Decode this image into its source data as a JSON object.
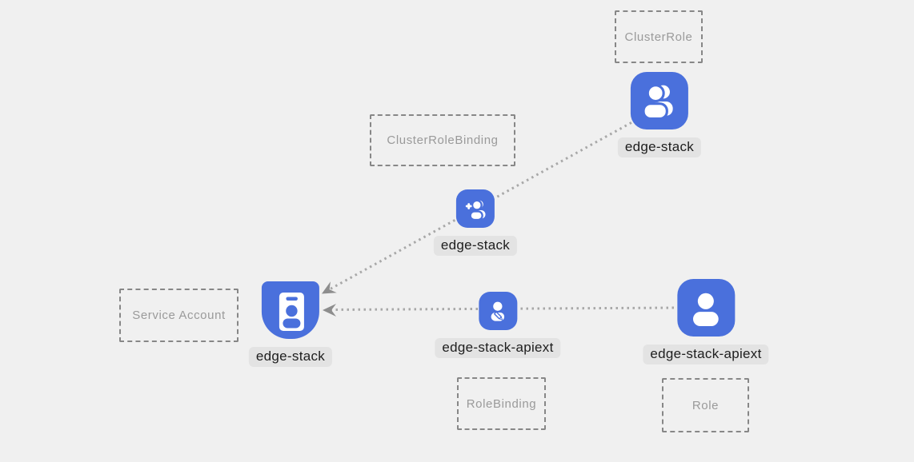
{
  "colors": {
    "background": "#f0f0f0",
    "node_blue": "#4a70dc",
    "line_gray": "#a8a8a8",
    "arrow_gray": "#8d8d8d",
    "box_border_gray": "#878787",
    "box_text_gray": "#9a9a9a",
    "badge_bg": "#e3e3e3",
    "badge_text": "#1d1d1d"
  },
  "kind_boxes": [
    {
      "label": "ClusterRole"
    },
    {
      "label": "ClusterRoleBinding"
    },
    {
      "label": "Service Account"
    },
    {
      "label": "RoleBinding"
    },
    {
      "label": "Role"
    }
  ],
  "nodes": [
    {
      "icon": "users-icon",
      "label": "edge-stack"
    },
    {
      "icon": "user-plus-icon",
      "label": "edge-stack"
    },
    {
      "icon": "id-badge-icon",
      "label": "edge-stack"
    },
    {
      "icon": "user-edit-icon",
      "label": "edge-stack-apiext"
    },
    {
      "icon": "user-icon",
      "label": "edge-stack-apiext"
    }
  ],
  "connectors": [
    {
      "from": "clusterrole-node",
      "to": "serviceaccount-node",
      "style": "dotted-arrow"
    },
    {
      "from": "role-node",
      "to": "serviceaccount-node",
      "style": "dotted-arrow"
    }
  ]
}
